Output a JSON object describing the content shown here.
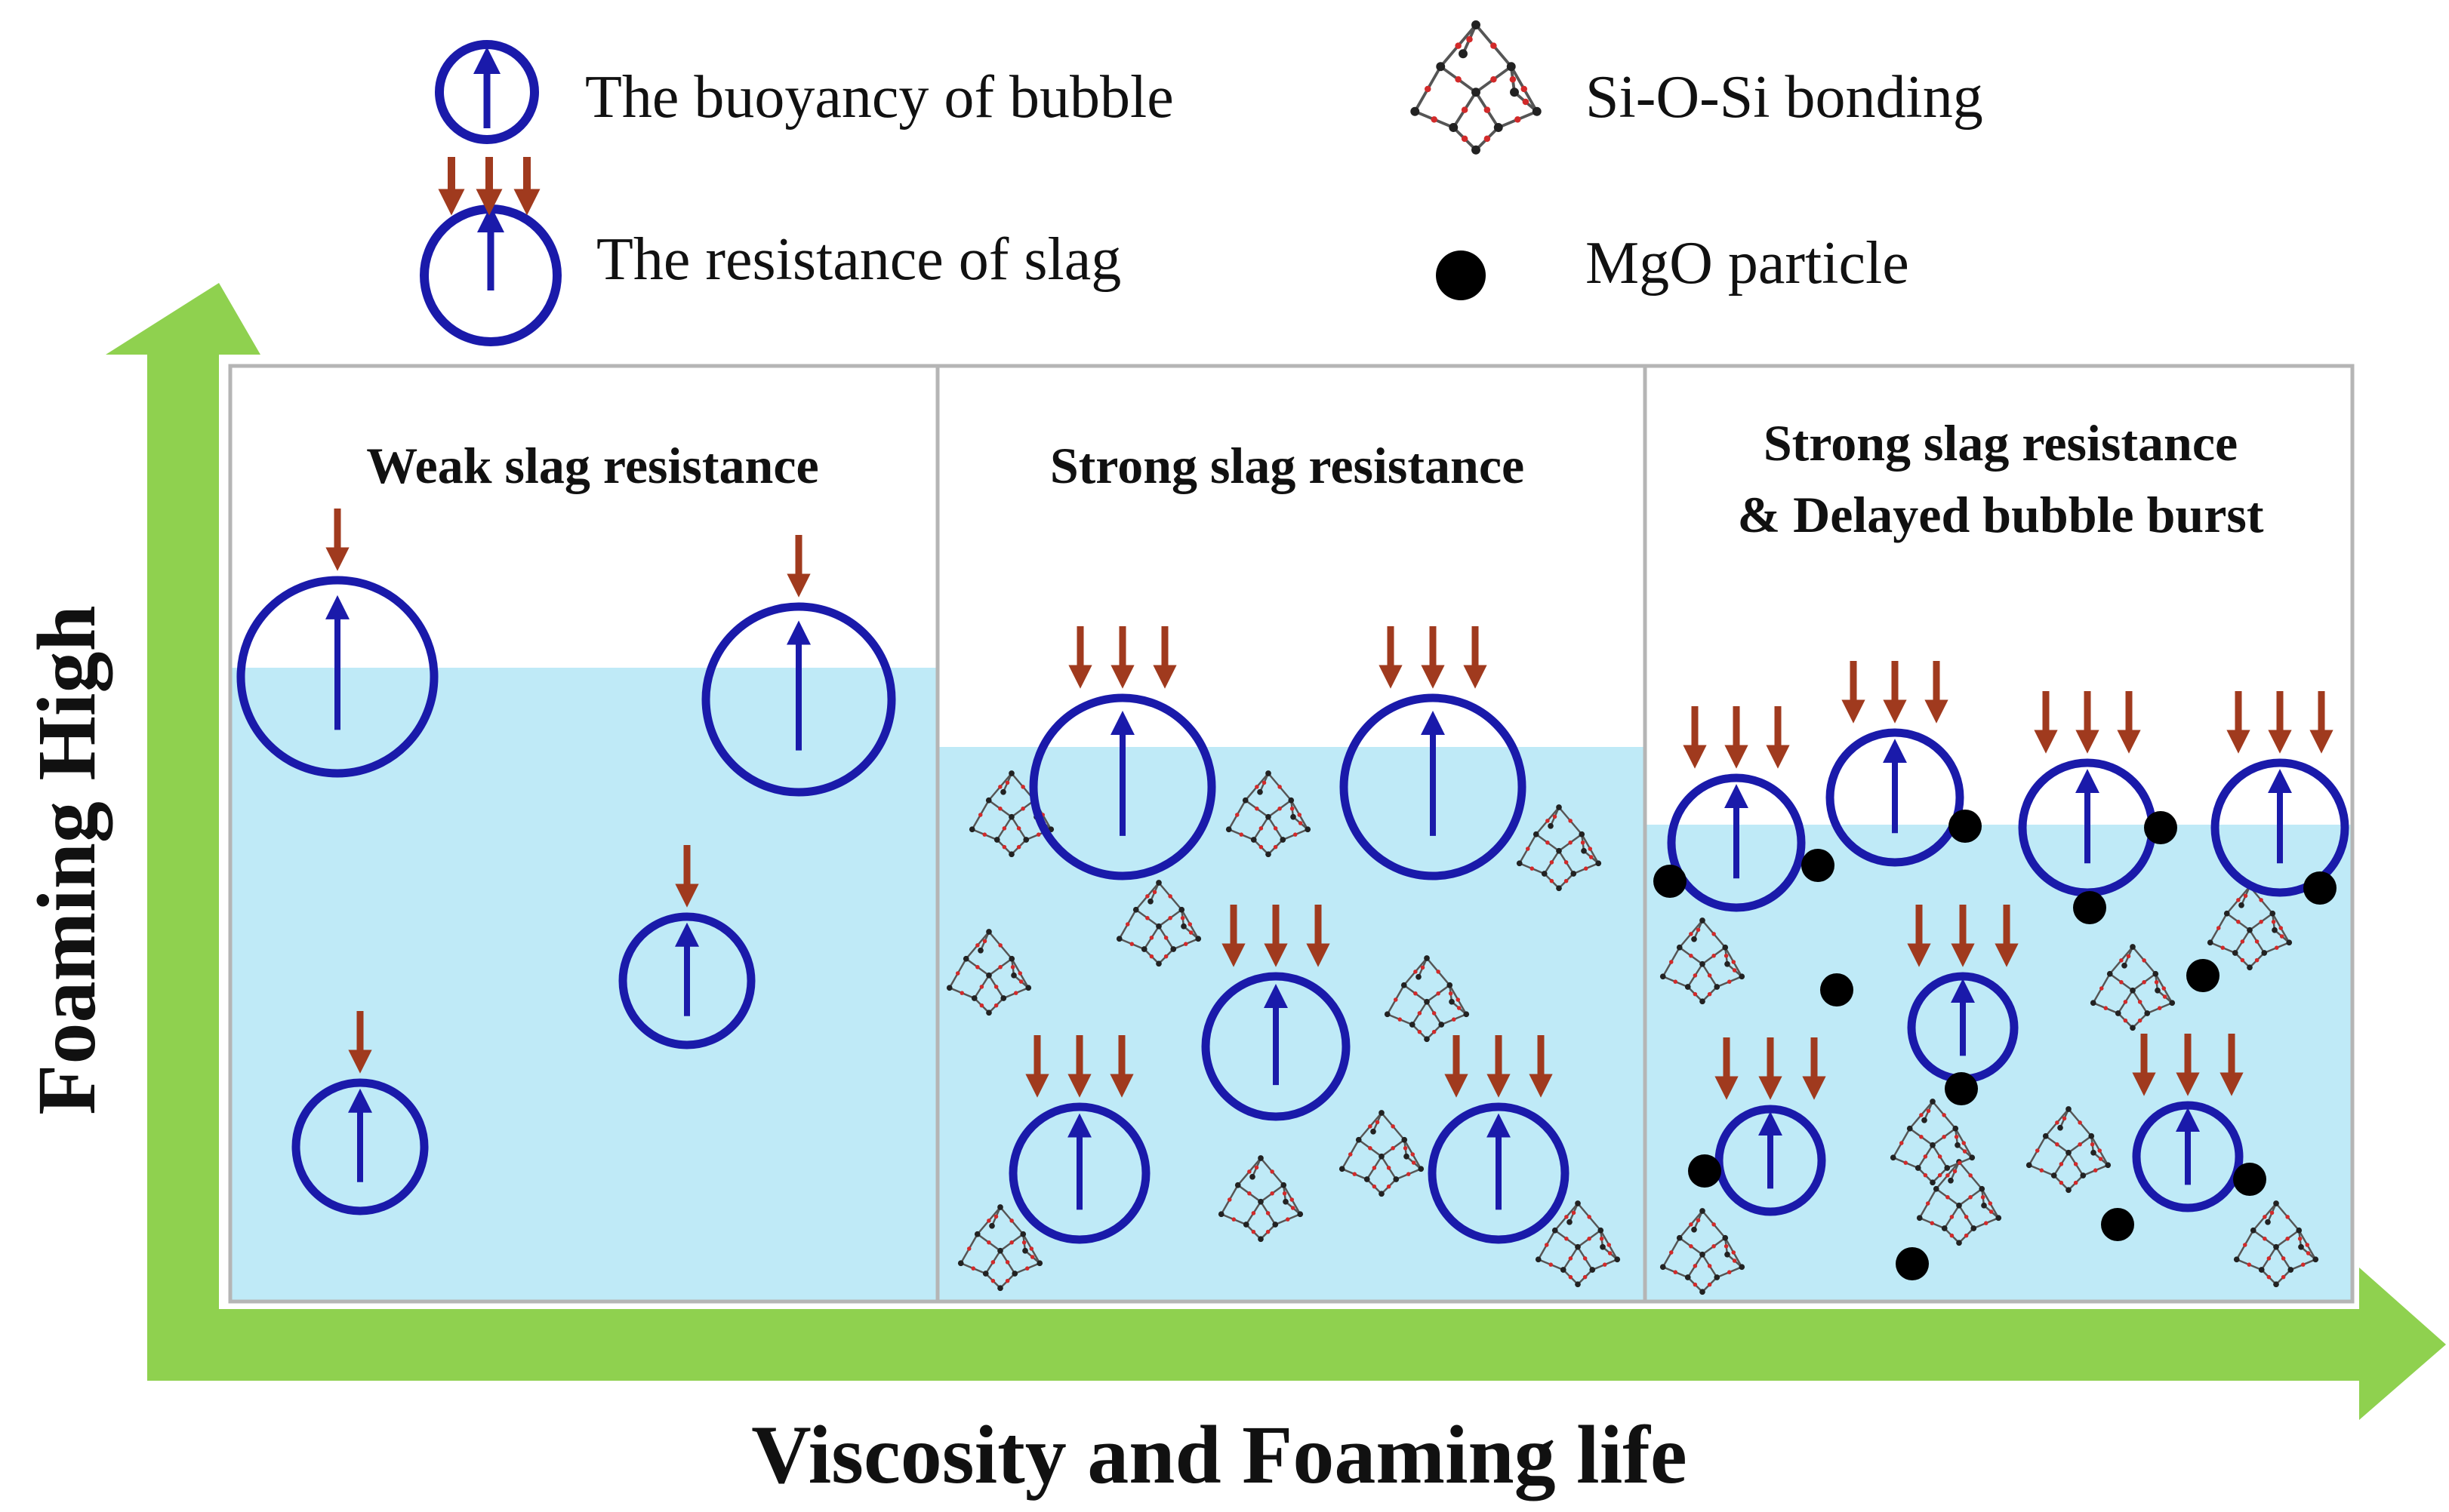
{
  "legend": {
    "buoyancy_label": "The buoyancy of bubble",
    "resistance_label": "The resistance of slag",
    "bonding_label": "Si-O-Si bonding",
    "mgo_label": "MgO particle"
  },
  "panels": [
    {
      "title_line1": "Weak slag resistance",
      "title_line2": ""
    },
    {
      "title_line1": "Strong slag resistance",
      "title_line2": ""
    },
    {
      "title_line1": "Strong slag resistance",
      "title_line2": "& Delayed bubble burst"
    }
  ],
  "axes": {
    "y_label": "Foaming High",
    "x_label": "Viscosity and Foaming life"
  },
  "colors": {
    "axis_arrow": "#8fd14f",
    "slag_fill": "#bfeaf7",
    "bubble_stroke": "#1a1aaa",
    "resistance_arrow": "#a03a1e",
    "bond_line": "#555555",
    "bond_oxygen": "#d22a2a",
    "mgo_particle": "#000000",
    "panel_border": "#b5b5b5"
  },
  "icons": [
    "bubble-buoyancy-icon",
    "slag-resistance-icon",
    "si-o-si-network-icon",
    "mgo-particle-icon"
  ]
}
